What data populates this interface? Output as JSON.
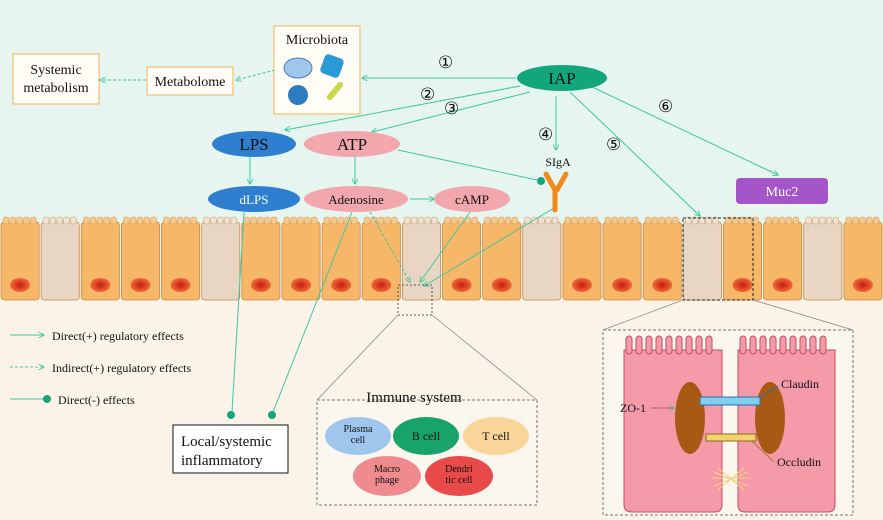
{
  "nodes": {
    "iap": "IAP",
    "microbiota": "Microbiota",
    "metabolome": "Metabolome",
    "systemic_metabolism": "Systemic\nmetabolism",
    "lps": "LPS",
    "atp": "ATP",
    "dlps": "dLPS",
    "adenosine": "Adenosine",
    "camp": "cAMP",
    "siga": "SIgA",
    "muc2": "Muc2",
    "inflammatory": "Local/systemic\ninflammatory"
  },
  "steps": [
    "①",
    "②",
    "③",
    "④",
    "⑤",
    "⑥"
  ],
  "legend": [
    {
      "label": "Direct(+) regulatory effects"
    },
    {
      "label": "Indirect(+) regulatory effects"
    },
    {
      "label": "Direct(-) effects"
    }
  ],
  "immune": {
    "title": "Immune system",
    "cells": [
      "Plasma\ncell",
      "B cell",
      "T cell",
      "Macro\nphage",
      "Dendri\ntic cell"
    ]
  },
  "junction": {
    "claudin": "Claudin",
    "zo1": "ZO-1",
    "occludin": "Occludin"
  },
  "colors": {
    "iap": "#13a67a",
    "lps": "#2f7fd0",
    "atp": "#f2a7ad",
    "muc2": "#a455c7",
    "arrow": "#3fc7a0",
    "lumen": "#e6f5f0",
    "cell_orange": "#f6b768",
    "cell_beige": "#e9d6c2",
    "nucleus": "#e6402f",
    "bcell": "#17a36a",
    "tcell": "#f9d59a",
    "plasma": "#9fc6ec",
    "macro": "#ef8a8f"
  }
}
